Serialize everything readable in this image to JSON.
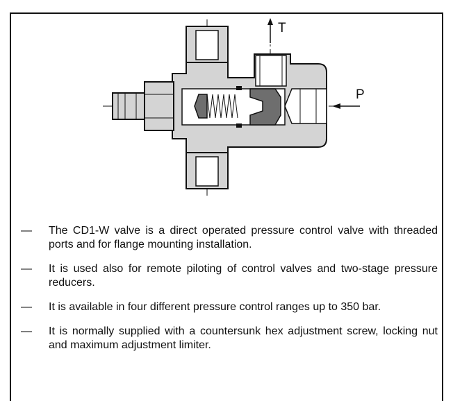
{
  "diagram": {
    "port_labels": {
      "t": "T",
      "p": "P"
    }
  },
  "description": {
    "dash": "—",
    "items": [
      {
        "text": "The CD1-W valve is a direct operated pressure control valve with threaded ports and for flange mounting installation."
      },
      {
        "text": "It is used also for remote piloting of control valves and two-stage pressure reducers."
      },
      {
        "text": "It is available in four different pressure control ranges up to 350 bar."
      },
      {
        "text": "It is normally supplied with a countersunk hex adjustment screw, locking nut and maximum adjustment limiter."
      }
    ]
  },
  "colors": {
    "body_fill": "#d4d4d4",
    "dark_fill": "#6e6e6e",
    "line": "#111111"
  }
}
